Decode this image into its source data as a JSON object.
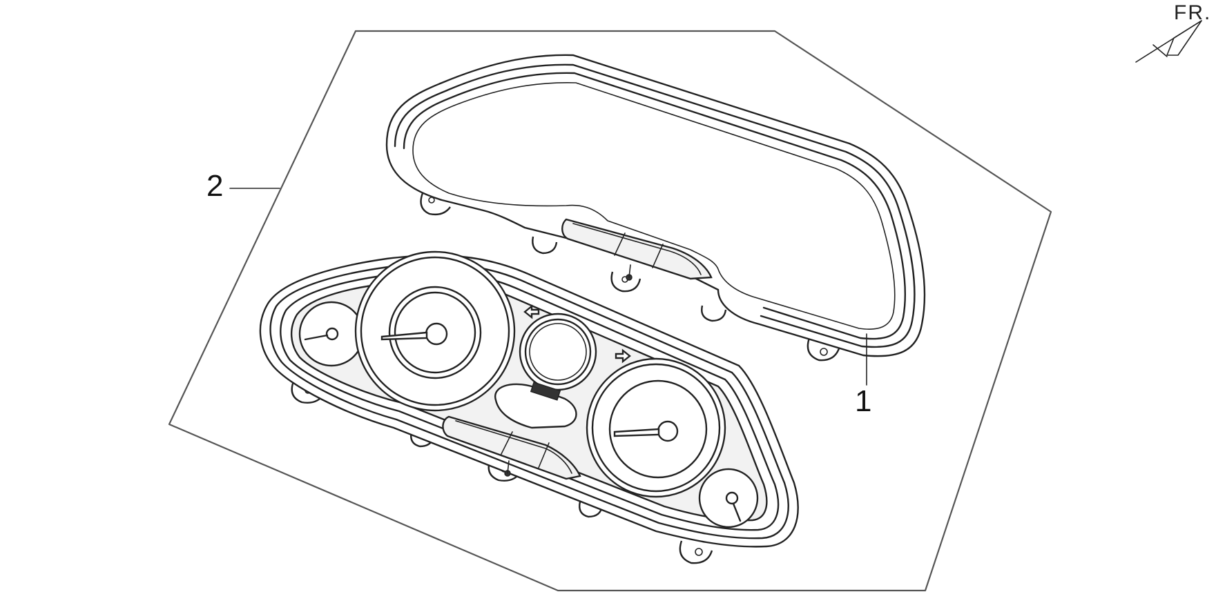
{
  "callouts": {
    "part_1": "1",
    "part_2": "2"
  },
  "orientation": {
    "label": "FR.",
    "icon": "front-direction-arrow-icon"
  },
  "assembly": {
    "part_1_icon": "meter-visor-cover-icon",
    "part_2_icon": "instrument-cluster-icon"
  },
  "colors": {
    "line": "#222222",
    "frame": "#555555",
    "background": "#ffffff"
  }
}
